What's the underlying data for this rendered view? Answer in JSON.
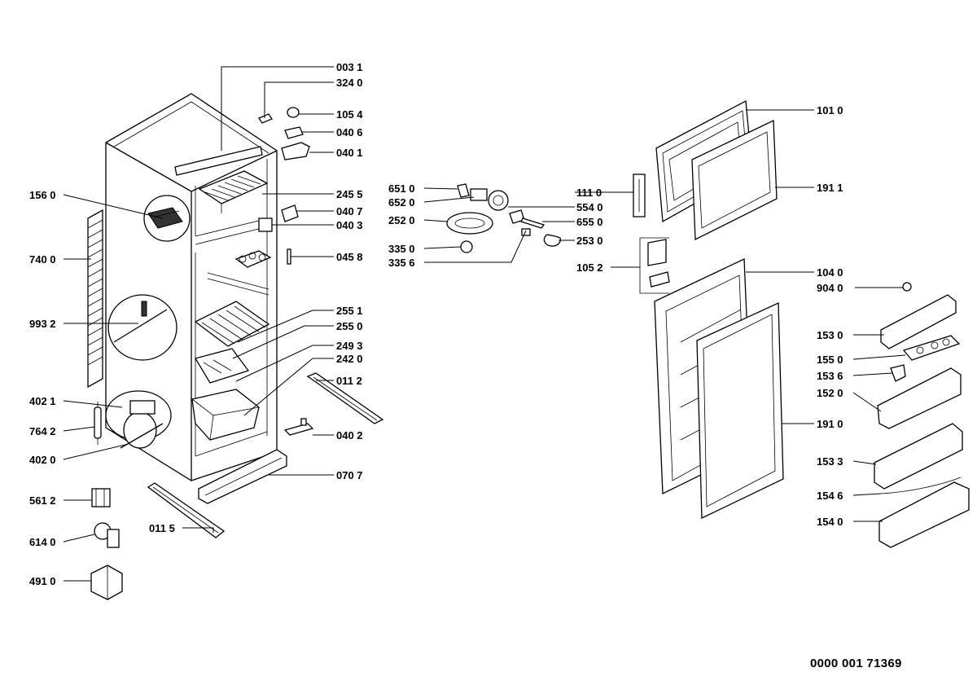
{
  "document_number": "0000  001 71369",
  "labels": {
    "l0031": "003 1",
    "l3240": "324 0",
    "l1054": "105 4",
    "l0406": "040 6",
    "l0401": "040 1",
    "l2455": "245 5",
    "l0407": "040 7",
    "l0403": "040 3",
    "l0458": "045 8",
    "l2551": "255 1",
    "l2550": "255 0",
    "l2493": "249 3",
    "l2420": "242 0",
    "l0112": "011 2",
    "l0402": "040 2",
    "l0707": "070 7",
    "l0115": "011 5",
    "l1560": "156 0",
    "l7400": "740 0",
    "l9932": "993 2",
    "l4021": "402 1",
    "l7642": "764 2",
    "l4020": "402 0",
    "l5612": "561 2",
    "l6140": "614 0",
    "l4910": "491 0",
    "l6510": "651 0",
    "l6520": "652 0",
    "l2520": "252 0",
    "l3350": "335 0",
    "l3356": "335 6",
    "l1110": "111 0",
    "l5540": "554 0",
    "l6550": "655 0",
    "l2530": "253 0",
    "l1052": "105 2",
    "l1010": "101 0",
    "l1911": "191 1",
    "l1040": "104 0",
    "l9040": "904 0",
    "l1530": "153 0",
    "l1550": "155 0",
    "l1536": "153 6",
    "l1520": "152 0",
    "l1910": "191 0",
    "l1533": "153 3",
    "l1546": "154 6",
    "l1540": "154 0"
  }
}
